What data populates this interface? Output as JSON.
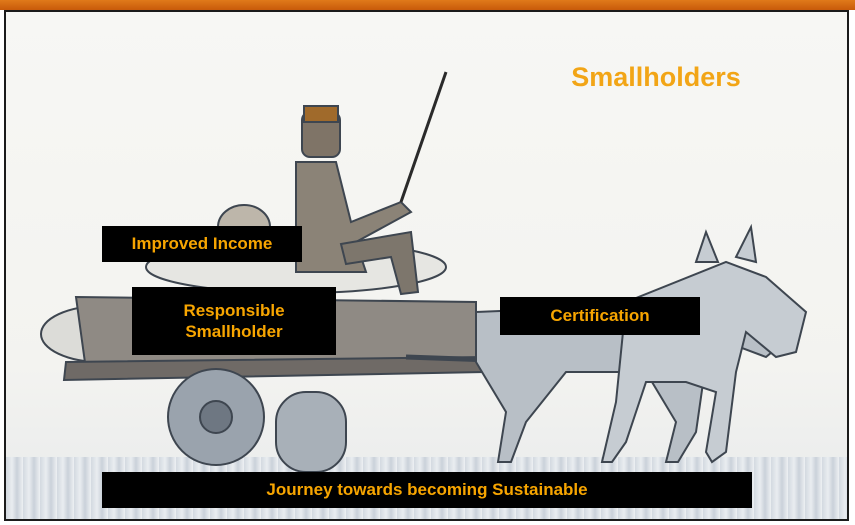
{
  "slide": {
    "title": "Smallholders",
    "labels": {
      "improved_income": "Improved Income",
      "responsible_smallholder": "Responsible\nSmallholder",
      "certification": "Certification",
      "journey": "Journey towards becoming  Sustainable"
    },
    "colors": {
      "accent_bar": "#e07a1a",
      "label_text": "#f7a500",
      "label_bg": "#000000",
      "title": "#f2a516"
    },
    "illustration": "man-driving-donkey-cart-sketch"
  }
}
